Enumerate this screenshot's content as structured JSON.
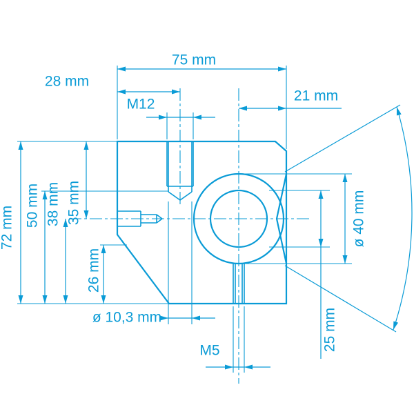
{
  "drawing": {
    "accent_color": "#0a9bd6",
    "background_color": "#ffffff",
    "labels": {
      "width_total": "75 mm",
      "width_left_to_thread_axis": "28 mm",
      "thread_top": "M12",
      "width_axis_to_right": "21 mm",
      "height_total": "72 mm",
      "height_to_thread_end": "50 mm",
      "height_bottom_to_axis": "38 mm",
      "height_top_to_axis": "35 mm",
      "height_chamfer": "26 mm",
      "tap_drill_diameter": "ø 10,3 mm",
      "thread_bottom": "M5",
      "boss_diameter": "ø 40 mm",
      "bore_diameter": "25 mm"
    }
  }
}
